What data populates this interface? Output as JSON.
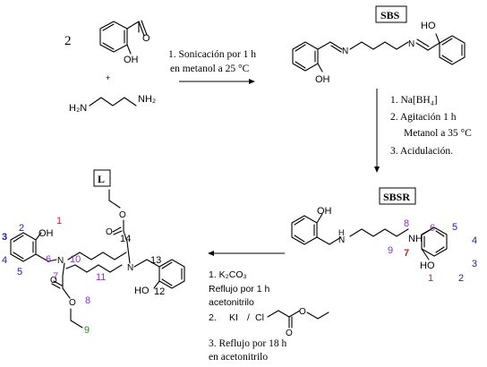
{
  "labels": {
    "stoich": "2",
    "plus": "+",
    "sbs": "SBS",
    "sbsr": "SBSR",
    "ligand": "L"
  },
  "atoms": {
    "O": "O",
    "OH": "OH",
    "HO": "HO",
    "N": "N",
    "NH": "NH",
    "H": "H",
    "H2N": "H₂N",
    "NH2": "NH₂",
    "Cl": "Cl",
    "KI": "KI"
  },
  "step1": {
    "line1": "1. Sonicación por 1 h",
    "line2": "en metanol a 25 °C"
  },
  "step2": {
    "line1": "1. Na[BH₄]",
    "line2": "2. Agitación 1 h",
    "line3": "Metanol a 35 °C",
    "line4": "3. Acidulación."
  },
  "step3": {
    "line1": "1.  K₂CO₃",
    "line2": "Reflujo por 1 h",
    "line3": "acetonitrilo",
    "line4": "2.",
    "line5": "/",
    "line6": "3. Reflujo por 18 h",
    "line7": "en acetonitrilo"
  },
  "numbering": {
    "n1": "1",
    "n2": "2",
    "n3": "3",
    "n4": "4",
    "n5": "5",
    "n6": "6",
    "n7": "7",
    "n8": "8",
    "n9": "9",
    "n10": "10",
    "n11": "11",
    "n12": "12",
    "n13": "13",
    "n14": "14"
  },
  "colors": {
    "red": "#d62020",
    "blue": "#1a1aa8",
    "purple": "#8b2fc9",
    "green": "#1f8a1f",
    "black": "#000000"
  }
}
